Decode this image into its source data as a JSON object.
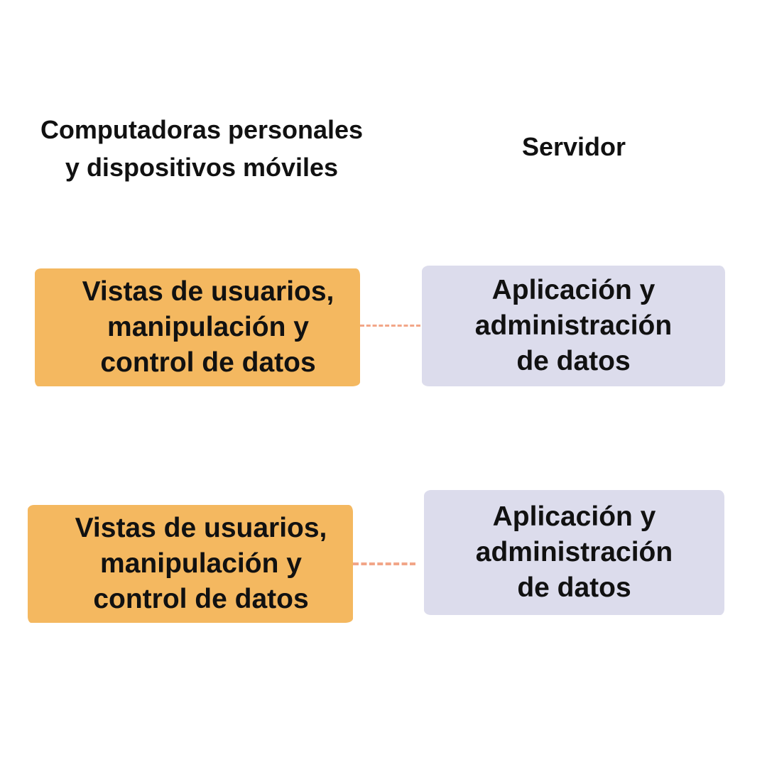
{
  "colors": {
    "client_box": "#f4b860",
    "server_box": "#dcdcec",
    "connector": "#f2a688",
    "text": "#111111",
    "background": "#ffffff"
  },
  "headers": {
    "client": {
      "line1": "Computadoras personales",
      "line2": "y dispositivos móviles"
    },
    "server": "Servidor"
  },
  "rows": [
    {
      "client": {
        "line1": "Vistas de usuarios,",
        "line2": "manipulación y",
        "line3": "control de datos"
      },
      "server": {
        "line1": "Aplicación y",
        "line2": "administración",
        "line3": "de datos"
      }
    },
    {
      "client": {
        "line1": "Vistas de usuarios,",
        "line2": "manipulación y",
        "line3": "control de datos"
      },
      "server": {
        "line1": "Aplicación y",
        "line2": "administración",
        "line3": "de datos"
      }
    }
  ]
}
